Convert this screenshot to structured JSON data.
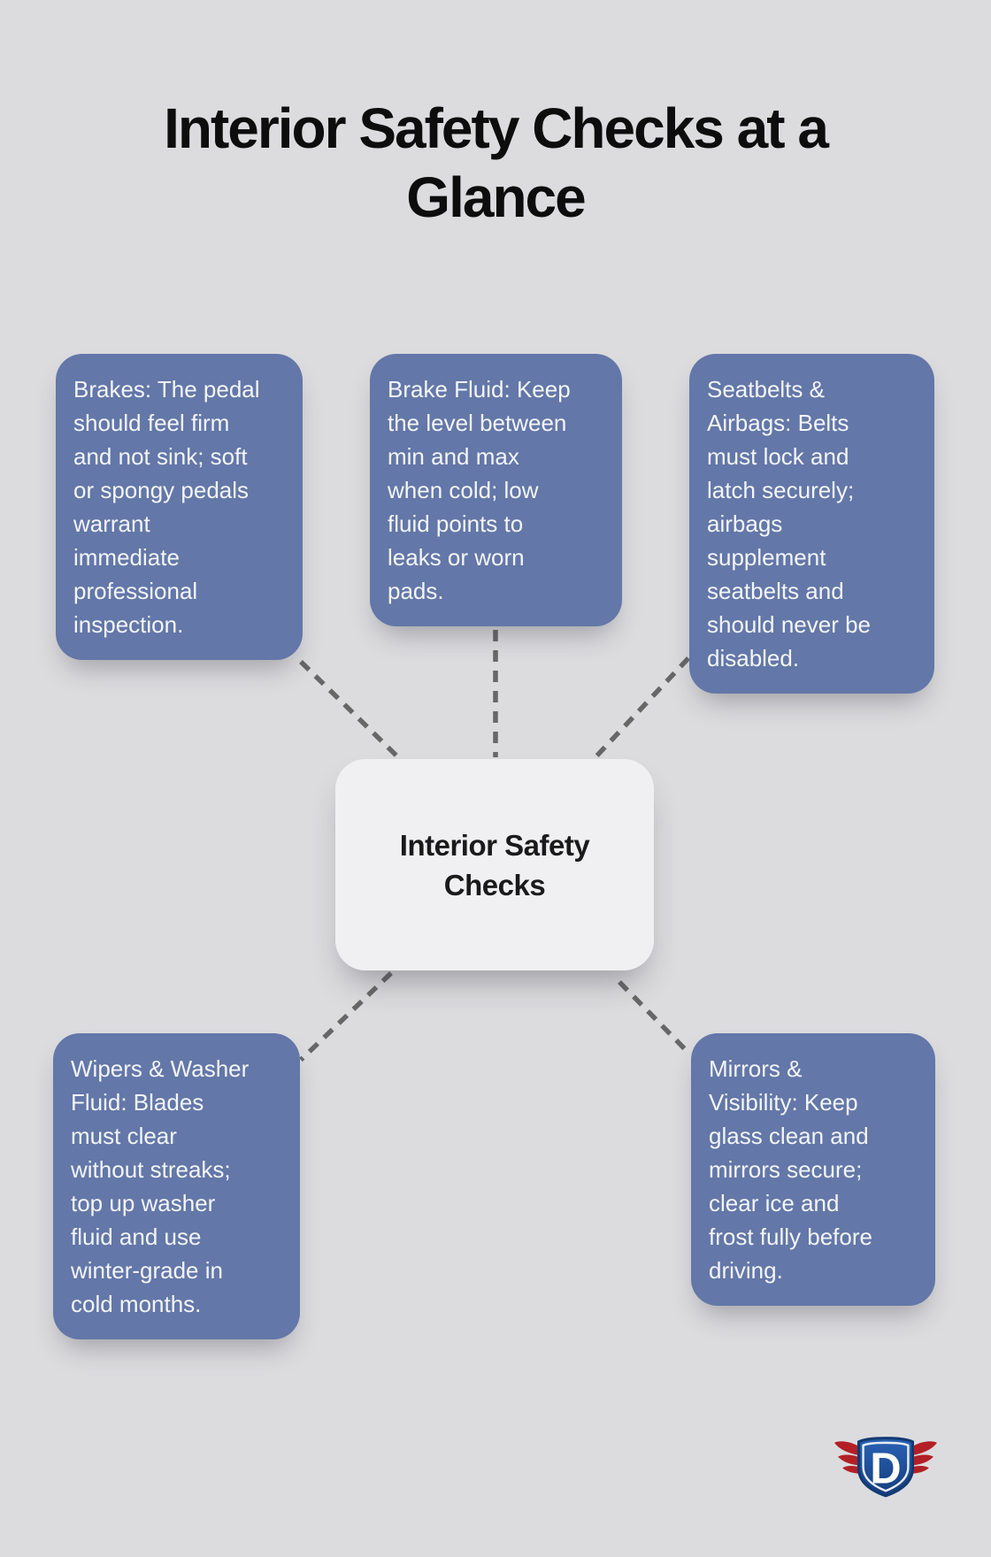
{
  "title": "Interior Safety Checks at a\nGlance",
  "center": {
    "label": "Interior Safety\nChecks"
  },
  "nodes": [
    {
      "id": "brakes",
      "text": "Brakes: The pedal\nshould feel firm\nand not sink; soft\nor spongy pedals\nwarrant\nimmediate\nprofessional\ninspection."
    },
    {
      "id": "brake-fluid",
      "text": "Brake Fluid: Keep\nthe level between\nmin and max\nwhen cold; low\nfluid points to\nleaks or worn\npads."
    },
    {
      "id": "seatbelts-airbags",
      "text": "Seatbelts &\nAirbags: Belts\nmust lock and\nlatch securely;\nairbags\nsupplement\nseatbelts and\nshould never be\ndisabled."
    },
    {
      "id": "wipers-washer-fluid",
      "text": "Wipers & Washer\nFluid: Blades\nmust clear\nwithout streaks;\ntop up washer\nfluid and use\nwinter-grade in\ncold months."
    },
    {
      "id": "mirrors-visibility",
      "text": "Mirrors &\nVisibility: Keep\nglass clean and\nmirrors secure;\nclear ice and\nfrost fully before\ndriving."
    }
  ],
  "logo": {
    "letter": "D"
  },
  "colors": {
    "background": "#dcdcde",
    "title": "#0d0d0d",
    "node": "#6377a8",
    "node_text": "#f3f5f9",
    "center_bg": "#f0f0f3",
    "center_text": "#1a1a1a",
    "connector": "#676767",
    "logo_shield": "#1e4f9b",
    "logo_shield_dark": "#123a72",
    "logo_wing": "#b22026",
    "logo_letter": "#ffffff"
  }
}
